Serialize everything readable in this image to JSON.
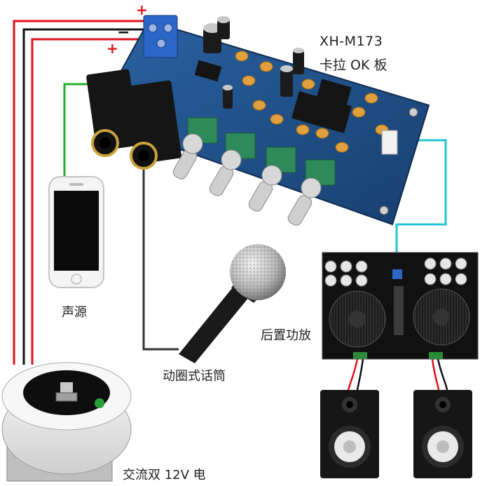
{
  "board": {
    "model": "XH-M173",
    "subtitle": "卡拉 OK 板"
  },
  "labels": {
    "source": "声源",
    "microphone": "动圈式话筒",
    "amplifier": "后置功放",
    "transformer": "交流双 12V 电"
  },
  "power_polarity": {
    "plus_top": "+",
    "minus": "−",
    "plus_bottom": "+"
  },
  "colors": {
    "wire_red": "#e0101a",
    "wire_black": "#111111",
    "wire_green": "#22b02a",
    "wire_cyan": "#22c3d6",
    "wire_grey": "#333333",
    "pcb_blue": "#1f4f86",
    "terminal_blue": "#2c66c6"
  }
}
